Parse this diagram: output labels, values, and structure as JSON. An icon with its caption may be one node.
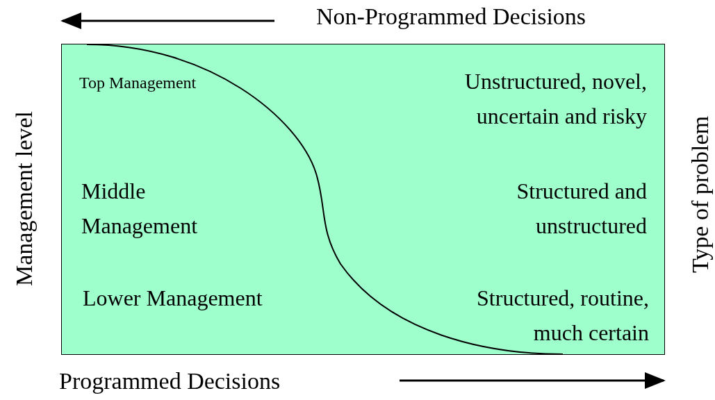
{
  "diagram": {
    "nodes": [
      {
        "text": [
          "Top Management",
          "Unstructured, novel, uncertain and risky"
        ]
      },
      {
        "text": [
          "Middle Management",
          "Structured and unstructured"
        ]
      },
      {
        "text": [
          "Lower Management",
          "Structured, routine, much certain"
        ]
      }
    ],
    "labels": [
      "Non-Programmed Decisions",
      "Management level",
      "Type of problem",
      "Programmed Decisions"
    ]
  }
}
